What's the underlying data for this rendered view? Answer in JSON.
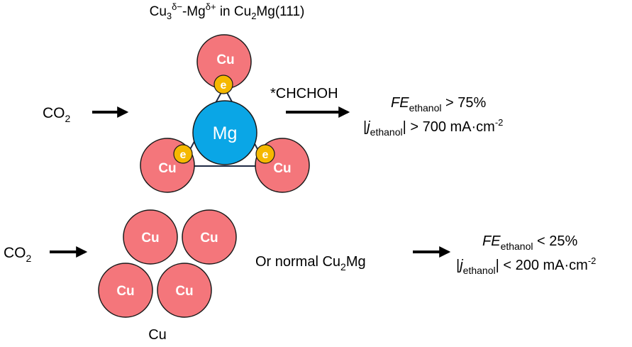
{
  "colors": {
    "cu_fill": "#F4767B",
    "cu_stroke": "#1a1a1a",
    "mg_fill": "#0AA6E6",
    "electron_fill": "#F5B800",
    "triangle_stroke": "#1F2A44",
    "arrow": "#000000"
  },
  "top": {
    "title": {
      "cu": "Cu",
      "sub3": "3",
      "sup_minus": "δ−",
      "dash_mg": "-Mg",
      "sup_plus": "δ+",
      "in_cu": " in Cu",
      "sub2": "2",
      "rest": "Mg(111)"
    },
    "reactant": {
      "co": "CO",
      "sub": "2"
    },
    "intermediate": "*CHCHOH",
    "atoms": {
      "cu": "Cu",
      "mg": "Mg",
      "electron": "e"
    },
    "result": {
      "fe": "FE",
      "fe_sub": "ethanol",
      "fe_value": " > 75%",
      "j_open": "|",
      "j": "j",
      "j_sub": "ethanol",
      "j_close": "|",
      "j_value": " > 700 mA·cm",
      "j_sup": "-2"
    }
  },
  "bottom": {
    "reactant": {
      "co": "CO",
      "sub": "2"
    },
    "atoms": {
      "cu": "Cu"
    },
    "cluster_label": "Cu",
    "alternative": {
      "text": "Or normal Cu",
      "sub": "2",
      "rest": "Mg"
    },
    "result": {
      "fe": "FE",
      "fe_sub": "ethanol",
      "fe_value": " < 25%",
      "j_open": "|",
      "j": "j",
      "j_sub": "ethanol",
      "j_close": "|",
      "j_value": " < 200 mA·cm",
      "j_sup": "-2"
    }
  }
}
